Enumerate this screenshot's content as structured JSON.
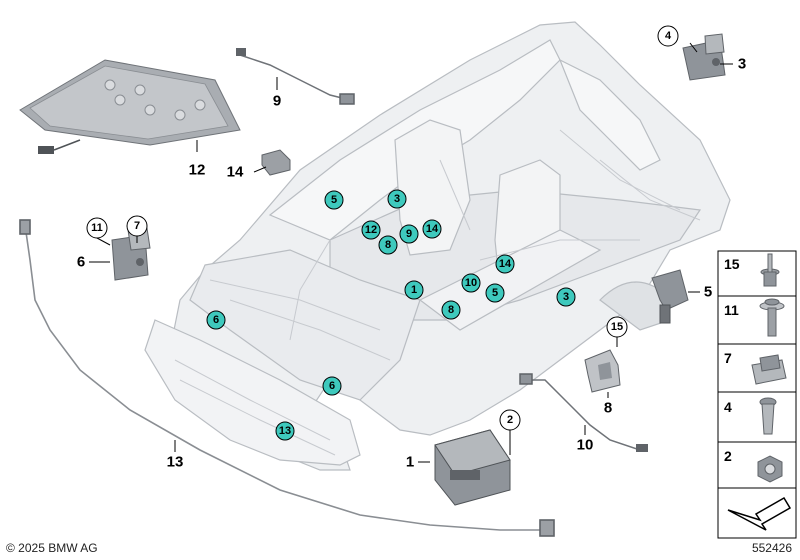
{
  "copyright": "© 2025 BMW AG",
  "diagram_id": "552426",
  "labels": {
    "l1": "1",
    "l2": "2",
    "l3": "3",
    "l4": "4",
    "l5": "5",
    "l6": "6",
    "l7": "7",
    "l8": "8",
    "l9": "9",
    "l10": "10",
    "l11": "11",
    "l12": "12",
    "l13": "13",
    "l14": "14",
    "l15": "15"
  },
  "car_markers": {
    "m5a": "5",
    "m3a": "3",
    "m12": "12",
    "m9": "9",
    "m14a": "14",
    "m8a": "8",
    "m10": "10",
    "m14b": "14",
    "m1": "1",
    "m8b": "8",
    "m5b": "5",
    "m3b": "3",
    "m6a": "6",
    "m6b": "6",
    "m13": "13"
  },
  "side_panel": {
    "p15": "15",
    "p11": "11",
    "p7": "7",
    "p4": "4",
    "p2": "2"
  },
  "colors": {
    "marker_fill": "#3ec9bd",
    "body_fill": "#eef0f2",
    "body_stroke": "#b9bdc2",
    "part_fill": "#8f949a",
    "part_dark": "#5f6368"
  }
}
